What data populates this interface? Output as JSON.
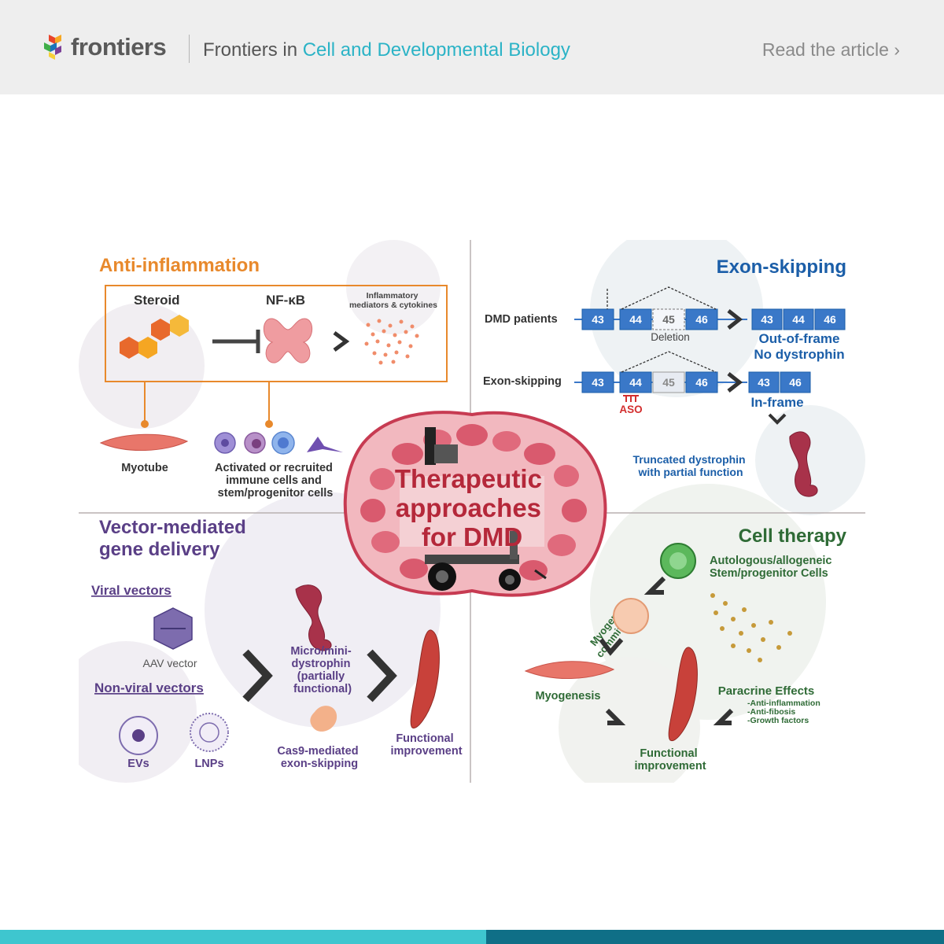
{
  "header": {
    "brand": "frontiers",
    "journal_prefix": "Frontiers in",
    "journal_name": "Cell and Developmental Biology",
    "read_link": "Read the article ›"
  },
  "figure": {
    "center_title": [
      "Therapeutic",
      "approaches",
      "for DMD"
    ],
    "anti_inflammation": {
      "title": "Anti-inflammation",
      "steroid": "Steroid",
      "nfkb": "NF-κB",
      "mediators": [
        "Inflammatory",
        "mediators & cytokines"
      ],
      "myotube": "Myotube",
      "immune": [
        "Activated or recruited",
        "immune cells and",
        "stem/progenitor cells"
      ]
    },
    "exon_skipping": {
      "title": "Exon-skipping",
      "row1_label": "DMD patients",
      "row2_label": "Exon-skipping",
      "deletion": "Deletion",
      "aso": "ASO",
      "exons": [
        "43",
        "44",
        "45",
        "46"
      ],
      "out_of_frame": "Out-of-frame",
      "no_dystrophin": "No dystrophin",
      "in_frame": "In-frame",
      "truncated": [
        "Truncated dystrophin",
        "with partial function"
      ]
    },
    "vector": {
      "title": [
        "Vector-mediated",
        "gene delivery"
      ],
      "viral": "Viral vectors",
      "aav": "AAV vector",
      "nonviral": "Non-viral vectors",
      "evs": "EVs",
      "lnps": "LNPs",
      "micro": [
        "Micro/mini-",
        "dystrophin",
        "(partially",
        "functional)"
      ],
      "cas9": [
        "Cas9-mediated",
        "exon-skipping"
      ],
      "functional": [
        "Functional",
        "improvement"
      ]
    },
    "cell_therapy": {
      "title": "Cell therapy",
      "cells": [
        "Autologous/allogeneic",
        "Stem/progenitor Cells"
      ],
      "commitment": [
        "Myogenic",
        "commitment"
      ],
      "myogenesis": "Myogenesis",
      "paracrine": "Paracrine Effects",
      "effects": [
        "-Anti-inflammation",
        "-Anti-fibosis",
        "-Growth factors"
      ],
      "functional": [
        "Functional",
        "improvement"
      ]
    }
  },
  "colors": {
    "orange": "#e8892c",
    "blue": "#1b5ea8",
    "exon_blue": "#3a78c8",
    "purple": "#5a3f86",
    "green": "#2f6b36",
    "red": "#b5283a",
    "teal": "#3ec6cf",
    "dark_teal": "#0f6f87"
  }
}
